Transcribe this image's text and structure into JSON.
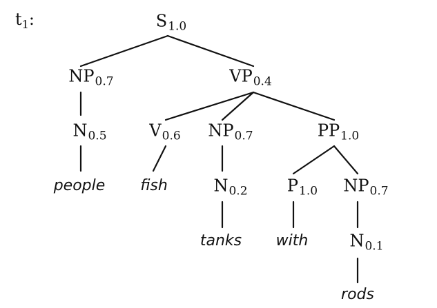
{
  "tree": {
    "title": "t",
    "title_subscript": "1",
    "title_suffix": ":",
    "nodes": {
      "s": {
        "label": "S",
        "prob": "1.0"
      },
      "np1": {
        "label": "NP",
        "prob": "0.7"
      },
      "vp": {
        "label": "VP",
        "prob": "0.4"
      },
      "n1": {
        "label": "N",
        "prob": "0.5"
      },
      "v": {
        "label": "V",
        "prob": "0.6"
      },
      "np2": {
        "label": "NP",
        "prob": "0.7"
      },
      "pp": {
        "label": "PP",
        "prob": "1.0"
      },
      "n2": {
        "label": "N",
        "prob": "0.2"
      },
      "p": {
        "label": "P",
        "prob": "1.0"
      },
      "np3": {
        "label": "NP",
        "prob": "0.7"
      },
      "n3": {
        "label": "N",
        "prob": "0.1"
      }
    },
    "words": {
      "people": "people",
      "fish": "fish",
      "tanks": "tanks",
      "with": "with",
      "rods": "rods"
    }
  },
  "colors": {
    "ink": "#111111",
    "background": "#ffffff"
  }
}
